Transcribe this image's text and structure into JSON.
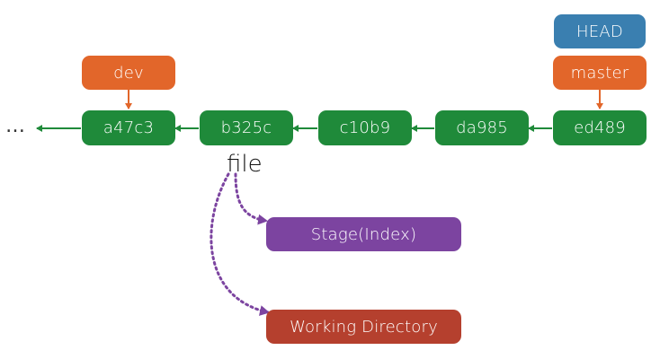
{
  "commits": [
    {
      "id": "a47c3"
    },
    {
      "id": "b325c"
    },
    {
      "id": "c10b9"
    },
    {
      "id": "da985"
    },
    {
      "id": "ed489"
    }
  ],
  "ellipsis": "…",
  "refs": {
    "dev": "dev",
    "master": "master",
    "head": "HEAD"
  },
  "file_label": "file",
  "areas": {
    "stage": "Stage(Index)",
    "working_directory": "Working Directory"
  },
  "colors": {
    "commit": "#1f8a3a",
    "branch": "#e2662a",
    "head": "#3a7fb0",
    "stage": "#7c44a0",
    "working_directory": "#b5402e",
    "file_link": "#7c44a0"
  }
}
